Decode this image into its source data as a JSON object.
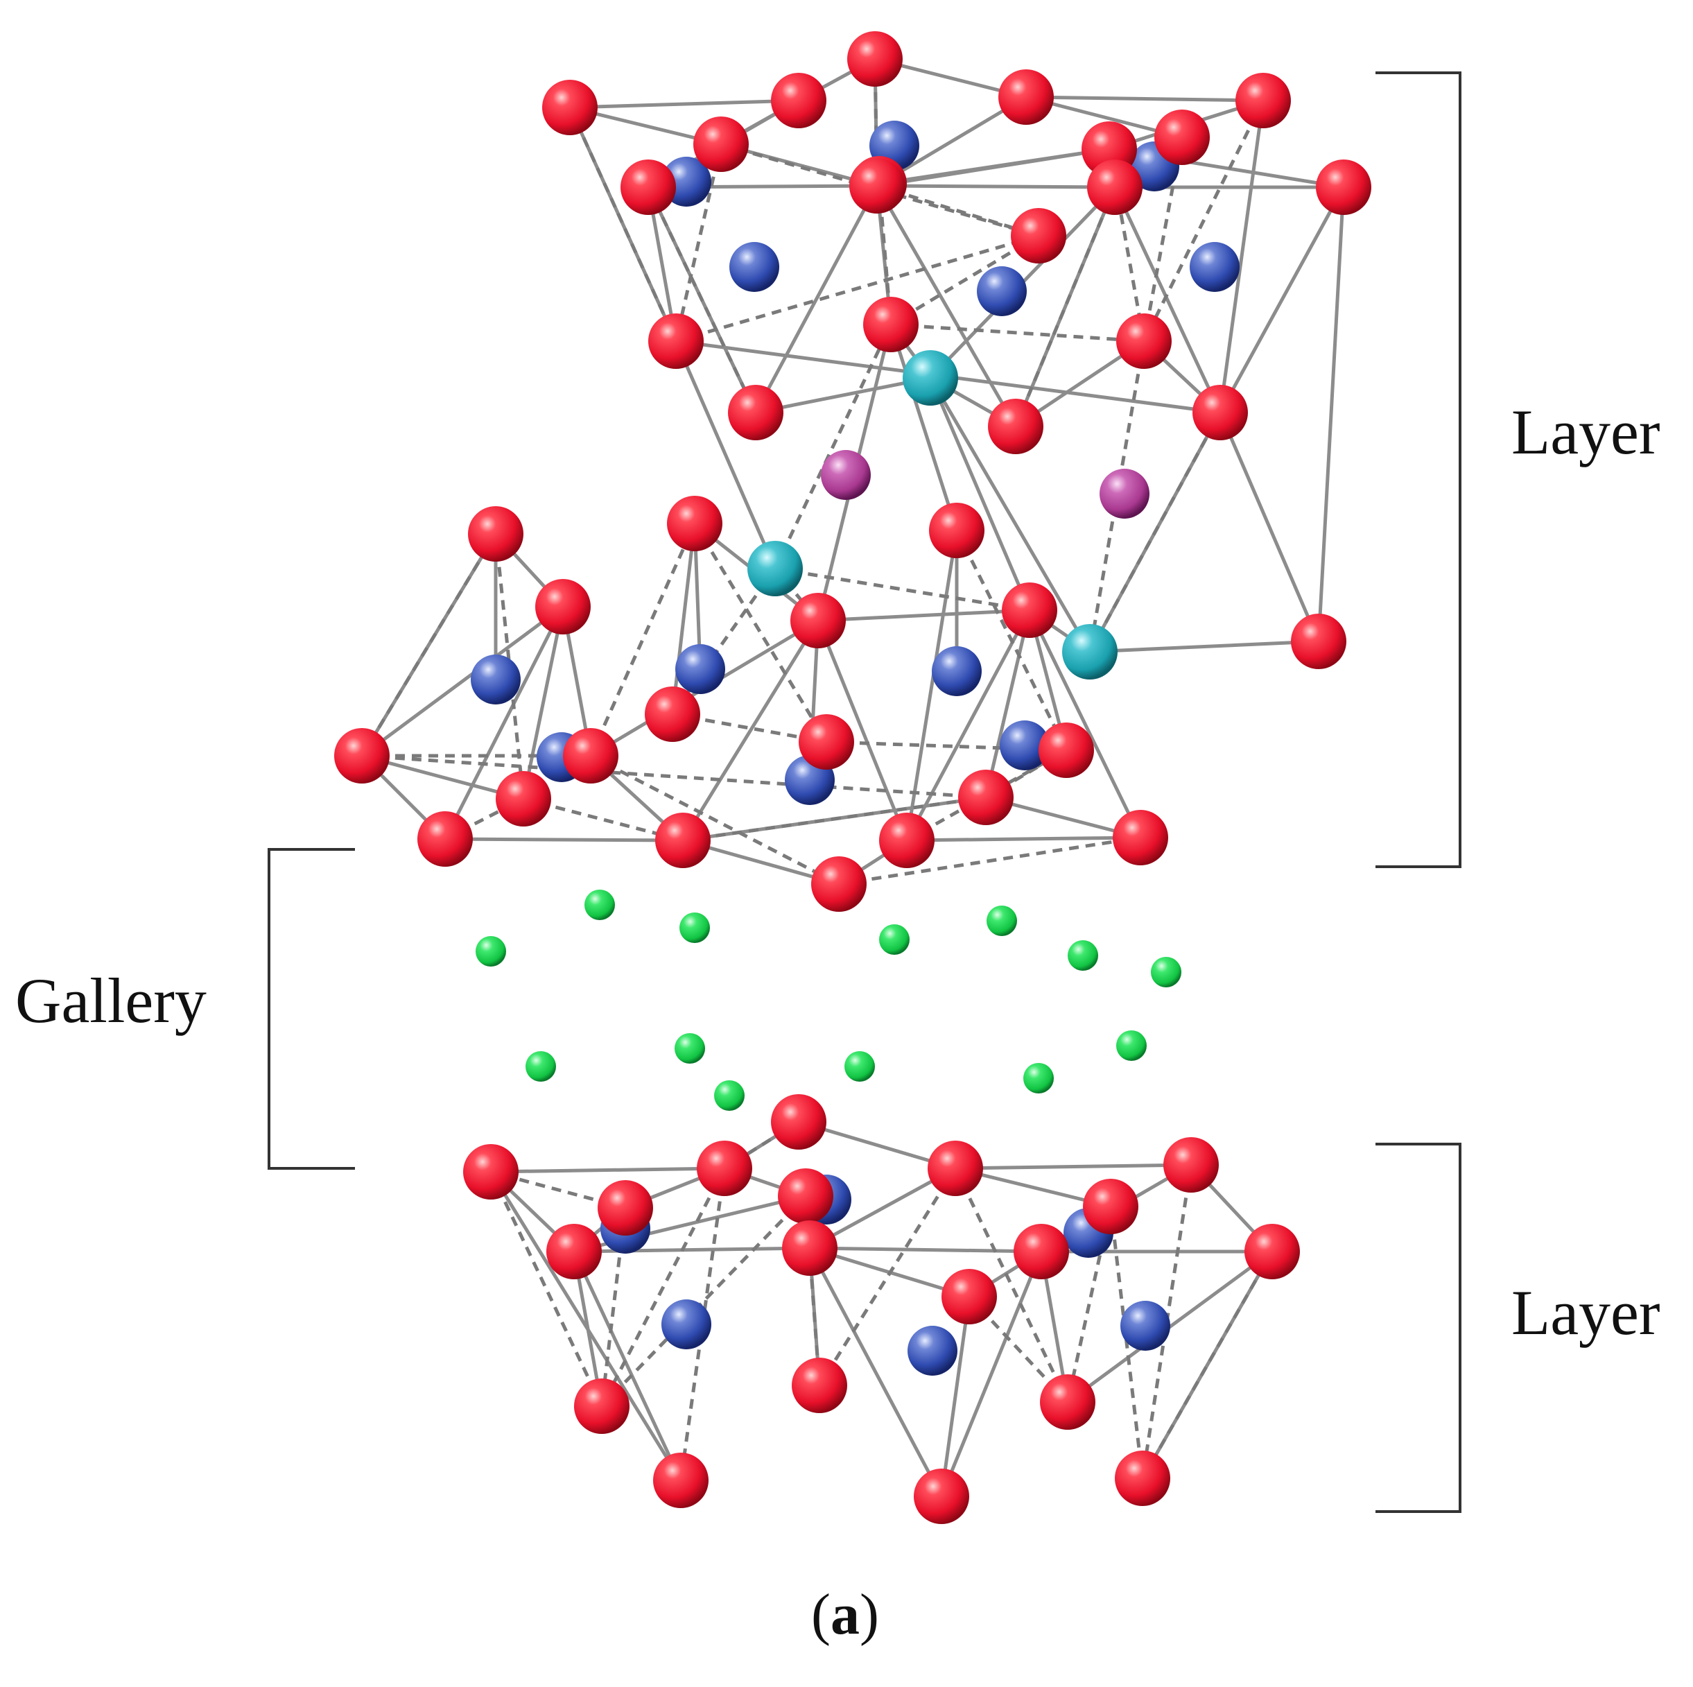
{
  "labels": {
    "layer_top": "Layer",
    "layer_bottom": "Layer",
    "gallery": "Gallery",
    "caption_open": "(",
    "caption_letter": "a",
    "caption_close": ")"
  },
  "colors": {
    "oxygen": "#e8102a",
    "metal": "#2f4bb0",
    "cyan_atom": "#1aa6b4",
    "magenta_atom": "#b0449c",
    "interlayer_species": "#14d24a",
    "bond": "#8c8c8c",
    "bracket": "#333333"
  }
}
